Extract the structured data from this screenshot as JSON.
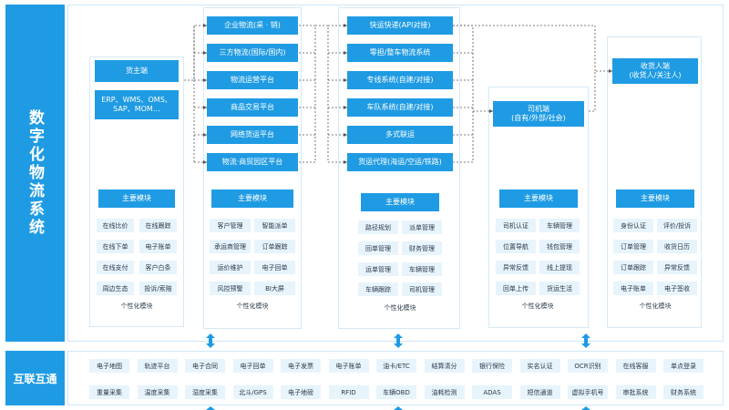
{
  "side": {
    "top_title": "数字化物流系统",
    "bottom_title": "互联互通"
  },
  "colors": {
    "accent": "#1f9be3",
    "tile": "#e8f4fc",
    "border": "#d5e8f6"
  },
  "panel1": {
    "header": "货主端",
    "systems": "ERP、WMS、OMS、\nSAP、MOM…",
    "modules_title": "主要模块",
    "modules": [
      "在线比价",
      "在线跟踪",
      "在线下单",
      "电子账单",
      "在线支付",
      "客户白条",
      "周边生态",
      "投诉/索赔"
    ],
    "custom": "个性化模块"
  },
  "panel2": {
    "boxes": [
      "企业物流(采 · 销)",
      "三方物流(国际/国内)",
      "物流运营平台",
      "商品交易平台",
      "网络货运平台",
      "物流·商贸园区平台"
    ],
    "modules_title": "主要模块",
    "modules": [
      "客户管理",
      "智能派单",
      "承运商管理",
      "订单跟踪",
      "运价维护",
      "电子回单",
      "风控预警",
      "BI大屏"
    ],
    "custom": "个性化模块"
  },
  "panel3": {
    "boxes": [
      "快运快递(API对接)",
      "零担/整车物流系统",
      "专线系统(自建/对接)",
      "车队系统(自建/对接)",
      "多式联运",
      "货运代理(海运/空运/铁路)"
    ],
    "modules_title": "主要模块",
    "modules": [
      "路径规划",
      "派单管理",
      "回单管理",
      "财务管理",
      "运单管理",
      "车辆管理",
      "车辆跟踪",
      "司机管理"
    ],
    "custom": "个性化模块"
  },
  "panel4": {
    "header": "司机端\n(自有/外部/社会)",
    "modules_title": "主要模块",
    "modules": [
      "司机认证",
      "车辆管理",
      "位置导航",
      "钱包管理",
      "异常反馈",
      "线上提现",
      "回单上传",
      "货运生活"
    ],
    "custom": "个性化模块"
  },
  "panel5": {
    "header": "收货人端\n(收货人/关注人)",
    "modules_title": "主要模块",
    "modules": [
      "身份认证",
      "评价/投诉",
      "订单管理",
      "收货日历",
      "订单跟踪",
      "异常反馈",
      "电子账单",
      "电子签收"
    ],
    "custom": "个性化模块"
  },
  "bottom": {
    "row1": [
      "电子地图",
      "轨迹平台",
      "电子合同",
      "电子回单",
      "电子发票",
      "电子账单",
      "油卡/ETC",
      "结算清分",
      "银行保险",
      "实名认证",
      "OCR识别",
      "在线客服",
      "单点登录"
    ],
    "row2": [
      "重量采集",
      "温度采集",
      "湿度采集",
      "北斗/GPS",
      "电子地磅",
      "RFID",
      "车辆OBD",
      "油耗检测",
      "ADAS",
      "短信通道",
      "虚拟手机号",
      "审批系统",
      "财务系统"
    ]
  }
}
